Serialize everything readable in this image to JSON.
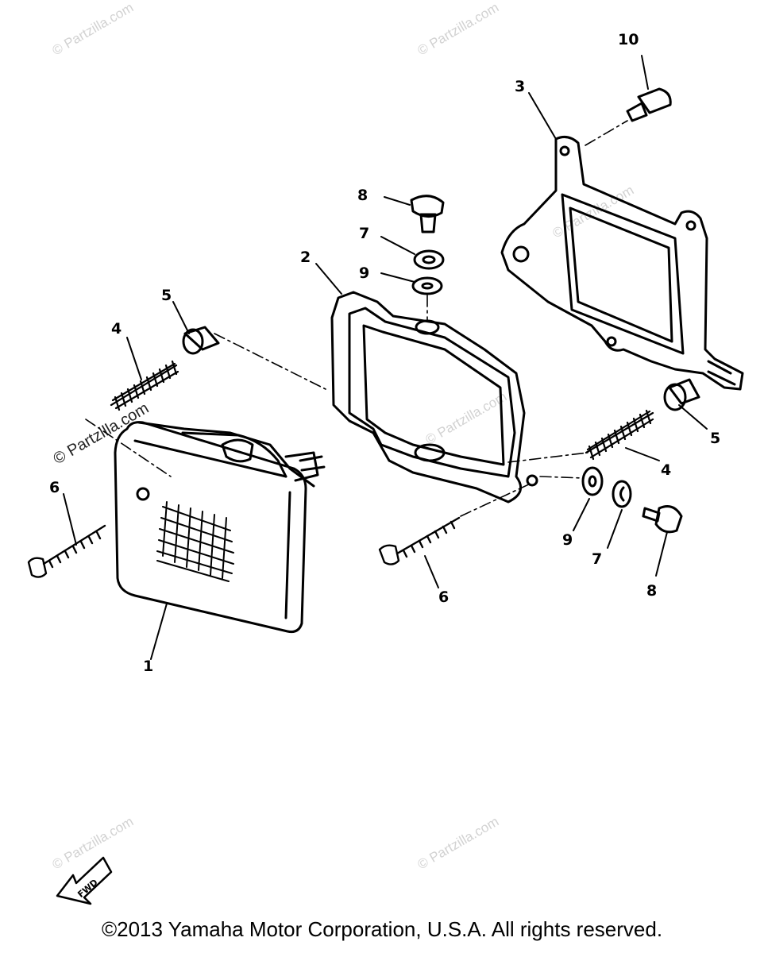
{
  "callouts": {
    "c1": "1",
    "c2": "2",
    "c3": "3",
    "c4a": "4",
    "c4b": "4",
    "c5a": "5",
    "c5b": "5",
    "c6a": "6",
    "c6b": "6",
    "c7a": "7",
    "c7b": "7",
    "c8a": "8",
    "c8b": "8",
    "c9a": "9",
    "c9b": "9",
    "c10": "10"
  },
  "watermarks": {
    "w1": "© Partzilla.com",
    "w2": "© Partzilla.com",
    "w3": "© Partzilla.com",
    "w4": "© Partzilla.com",
    "w5": "© Partzilla.com",
    "w6": "© Partzilla.com",
    "w7": "© Partzilla.com"
  },
  "fwd_label": "FWD",
  "copyright": "©2013 Yamaha Motor Corporation, U.S.A. All rights reserved."
}
